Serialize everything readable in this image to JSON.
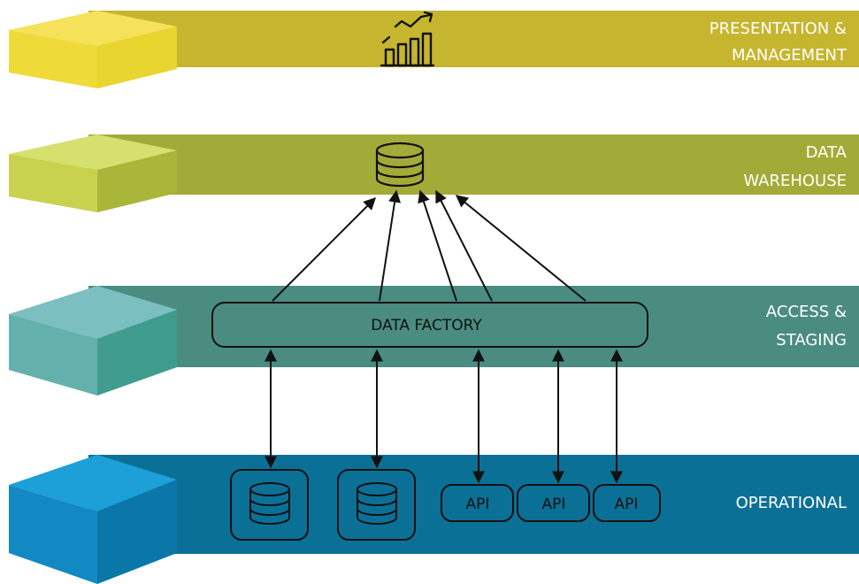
{
  "layers": [
    {
      "id": "presentation",
      "label_lines": [
        "PRESENTATION &",
        "MANAGEMENT"
      ],
      "color": "#c6b52e",
      "cube": [
        "#f5e25a",
        "#eedb3a",
        "#e8d52f",
        "#f1de48"
      ]
    },
    {
      "id": "warehouse",
      "label_lines": [
        "DATA",
        "WAREHOUSE"
      ],
      "color": "#a3ab38",
      "cube": [
        "#d6e06e",
        "#c8d24f",
        "#a9b63a",
        "#bccc4c"
      ]
    },
    {
      "id": "staging",
      "label_lines": [
        "ACCESS &",
        "STAGING"
      ],
      "color": "#4a8c80",
      "cube": [
        "#7cbfc0",
        "#64b0ac",
        "#3f9c8e",
        "#35a89c"
      ]
    },
    {
      "id": "operational",
      "label_lines": [
        "OPERATIONAL"
      ],
      "color": "#0b7096",
      "cube": [
        "#1d9fd8",
        "#1389c4",
        "#0a77a8",
        "#138fc7"
      ]
    }
  ],
  "data_factory_label": "DATA FACTORY",
  "api_labels": [
    "API",
    "API",
    "API"
  ],
  "icons": {
    "presentation": "analytics-chart-icon",
    "warehouse": "database-icon",
    "operational": "database-icon"
  },
  "stroke_color": "#111111"
}
